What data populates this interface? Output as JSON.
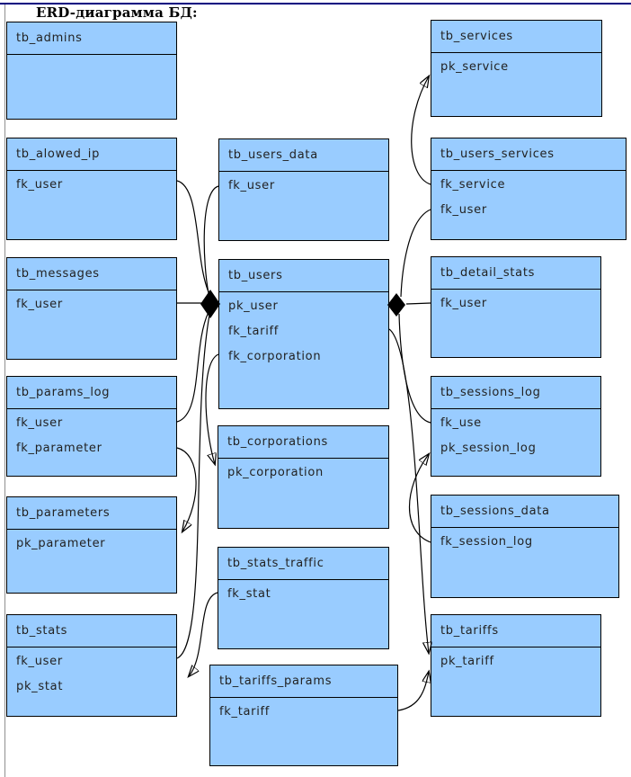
{
  "page": {
    "title": "ERD-диаграмма БД:"
  },
  "colors": {
    "box_fill": "#99CCFF",
    "box_border": "#000000",
    "top_rule": "#000080",
    "left_rule": "#909090",
    "connector": "#000000"
  },
  "tables": [
    {
      "name": "tb_admins",
      "fields": []
    },
    {
      "name": "tb_alowed_ip",
      "fields": [
        "fk_user"
      ]
    },
    {
      "name": "tb_messages",
      "fields": [
        "fk_user"
      ]
    },
    {
      "name": "tb_params_log",
      "fields": [
        "fk_user",
        "fk_parameter"
      ]
    },
    {
      "name": "tb_parameters",
      "fields": [
        "pk_parameter"
      ]
    },
    {
      "name": "tb_stats",
      "fields": [
        "fk_user",
        "pk_stat"
      ]
    },
    {
      "name": "tb_users_data",
      "fields": [
        "fk_user"
      ]
    },
    {
      "name": "tb_users",
      "fields": [
        "pk_user",
        "fk_tariff",
        "fk_corporation"
      ]
    },
    {
      "name": "tb_corporations",
      "fields": [
        "pk_corporation"
      ]
    },
    {
      "name": "tb_stats_traffic",
      "fields": [
        "fk_stat"
      ]
    },
    {
      "name": "tb_tariffs_params",
      "fields": [
        "fk_tariff"
      ]
    },
    {
      "name": "tb_services",
      "fields": [
        "pk_service"
      ]
    },
    {
      "name": "tb_users_services",
      "fields": [
        "fk_service",
        "fk_user"
      ]
    },
    {
      "name": "tb_detail_stats",
      "fields": [
        "fk_user"
      ]
    },
    {
      "name": "tb_sessions_log",
      "fields": [
        "fk_use",
        "pk_session_log"
      ]
    },
    {
      "name": "tb_sessions_data",
      "fields": [
        "fk_session_log"
      ]
    },
    {
      "name": "tb_tariffs",
      "fields": [
        "pk_tariff"
      ]
    }
  ],
  "relationships": [
    {
      "from": "tb_alowed_ip.fk_user",
      "to": "tb_users.pk_user"
    },
    {
      "from": "tb_messages.fk_user",
      "to": "tb_users.pk_user"
    },
    {
      "from": "tb_params_log.fk_user",
      "to": "tb_users.pk_user"
    },
    {
      "from": "tb_stats.fk_user",
      "to": "tb_users.pk_user"
    },
    {
      "from": "tb_users_data.fk_user",
      "to": "tb_users.pk_user"
    },
    {
      "from": "tb_users_services.fk_user",
      "to": "tb_users.pk_user"
    },
    {
      "from": "tb_detail_stats.fk_user",
      "to": "tb_users.pk_user"
    },
    {
      "from": "tb_sessions_log.fk_use",
      "to": "tb_users.pk_user"
    },
    {
      "from": "tb_users.fk_corporation",
      "to": "tb_corporations.pk_corporation"
    },
    {
      "from": "tb_params_log.fk_parameter",
      "to": "tb_parameters.pk_parameter"
    },
    {
      "from": "tb_stats_traffic.fk_stat",
      "to": "tb_stats.pk_stat"
    },
    {
      "from": "tb_users_services.fk_service",
      "to": "tb_services.pk_service"
    },
    {
      "from": "tb_sessions_data.fk_session_log",
      "to": "tb_sessions_log.pk_session_log"
    },
    {
      "from": "tb_users.fk_tariff",
      "to": "tb_tariffs.pk_tariff"
    },
    {
      "from": "tb_tariffs_params.fk_tariff",
      "to": "tb_tariffs.pk_tariff"
    }
  ]
}
